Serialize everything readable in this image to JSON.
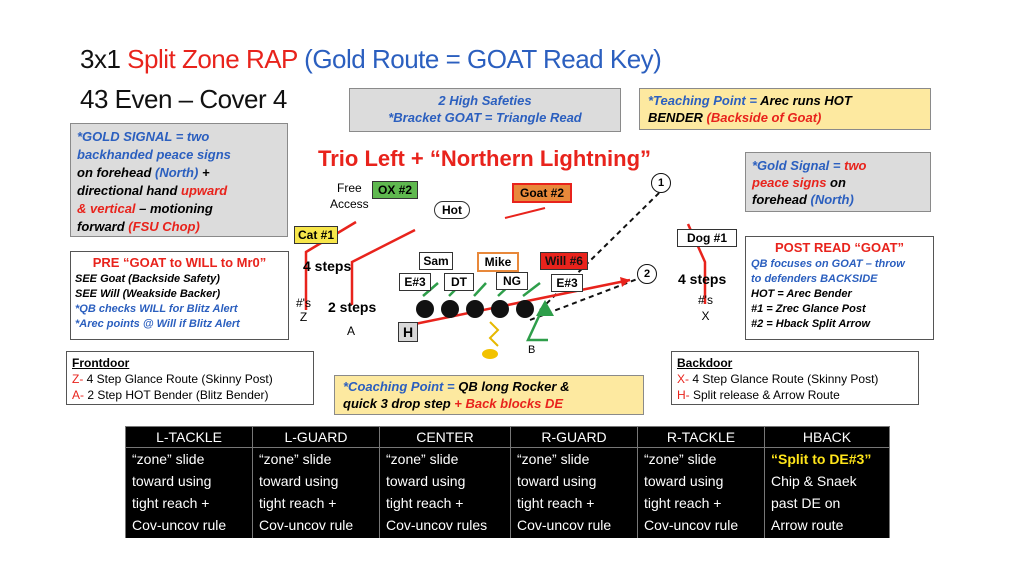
{
  "title": {
    "line1_a": "3x1 ",
    "line1_b": "Split Zone RAP",
    "line1_c": " (Gold Route = GOAT Read Key)",
    "line2": "43 Even – Cover 4"
  },
  "safeties_box": {
    "line1": "2 High Safeties",
    "line2": "*Bracket GOAT = Triangle Read"
  },
  "teaching_box": {
    "a": "*Teaching Point = ",
    "b": "Arec runs HOT",
    "c": "BENDER ",
    "d": "(Backside of  Goat)"
  },
  "gold_signal_left": {
    "a": "*GOLD SIGNAL = two backhanded peace signs",
    "b": "on forehead ",
    "c": "(North)",
    "d": " +",
    "e": "directional hand ",
    "f": "upward",
    "g": "& vertical",
    "h": " – motioning",
    "i": "forward ",
    "j": "(FSU Chop)"
  },
  "formation_title": "Trio Left + “Northern Lightning”",
  "gold_signal_right": {
    "a": "*Gold Signal = ",
    "b": "two",
    "c": "peace signs",
    "d": " on",
    "e": "forehead ",
    "f": "(North)"
  },
  "pre_box": {
    "title": "PRE “GOAT to WILL to Mr0”",
    "l1": "SEE Goat (Backside Safety)",
    "l2": "SEE Will (Weakside Backer)",
    "l3": "*QB checks WILL for Blitz Alert",
    "l4": "*Arec points @ Will if Blitz Alert"
  },
  "post_box": {
    "title": "POST READ “GOAT”",
    "l1": "QB focuses on GOAT – throw",
    "l2": "to defenders BACKSIDE",
    "l3": "HOT = Arec Bender",
    "l4": "#1 = Zrec Glance Post",
    "l5": "#2 = Hback Split Arrow"
  },
  "frontdoor": {
    "title": "Frontdoor",
    "z_key": "Z-",
    "z_text": " 4 Step Glance Route (Skinny Post)",
    "a_key": "A-",
    "a_text": " 2 Step HOT Bender (Blitz Bender)"
  },
  "backdoor": {
    "title": "Backdoor",
    "x_key": "X-",
    "x_text": " 4 Step Glance Route (Skinny Post)",
    "h_key": "H-",
    "h_text": " Split release & Arrow Route"
  },
  "coaching_box": {
    "a": "*Coaching Point = ",
    "b": "QB long Rocker &",
    "c": "quick 3 drop step ",
    "d": "+ Back blocks DE"
  },
  "field": {
    "free_access_1": "Free",
    "free_access_2": "Access",
    "ox2": "OX #2",
    "goat2": "Goat #2",
    "hot": "Hot",
    "cat1": "Cat #1",
    "dog1": "Dog #1",
    "sam": "Sam",
    "mike": "Mike",
    "will6": "Will #6",
    "e3_left": "E#3",
    "dt": "DT",
    "ng": "NG",
    "e3_right": "E#3",
    "steps4_left": "4 steps",
    "steps2": "2 steps",
    "steps4_right": "4 steps",
    "z_hash_1": "#'s",
    "z_hash_2": "Z",
    "a_label": "A",
    "x_hash_1": "#'s",
    "x_hash_2": "X",
    "h_label": "H",
    "b_label": "B",
    "circle1": "1",
    "circle2": "2"
  },
  "oline_table": {
    "headers": [
      "L-TACKLE",
      "L-GUARD",
      "CENTER",
      "R-GUARD",
      "R-TACKLE",
      "HBACK"
    ],
    "rows": [
      [
        "“zone” slide",
        "“zone” slide",
        "“zone” slide",
        "“zone” slide",
        "“zone” slide",
        "“Split to DE#3”"
      ],
      [
        "toward using",
        "toward using",
        "toward using",
        "toward using",
        "toward using",
        "Chip & Snaek"
      ],
      [
        "tight reach +",
        "tight reach +",
        "tight reach +",
        "tight reach +",
        "tight reach +",
        "past DE on"
      ],
      [
        "Cov-uncov rule",
        "Cov-uncov rule",
        "Cov-uncov rules",
        "Cov-uncov rule",
        "Cov-uncov rule",
        "Arrow route"
      ]
    ]
  },
  "colors": {
    "red": "#e8231c",
    "blue": "#2b5fbf",
    "yellow_box": "#fde9a0",
    "grey_box": "#dcdcdc",
    "green_route": "#2e9e4a",
    "yellow_text": "#ffe51a"
  }
}
